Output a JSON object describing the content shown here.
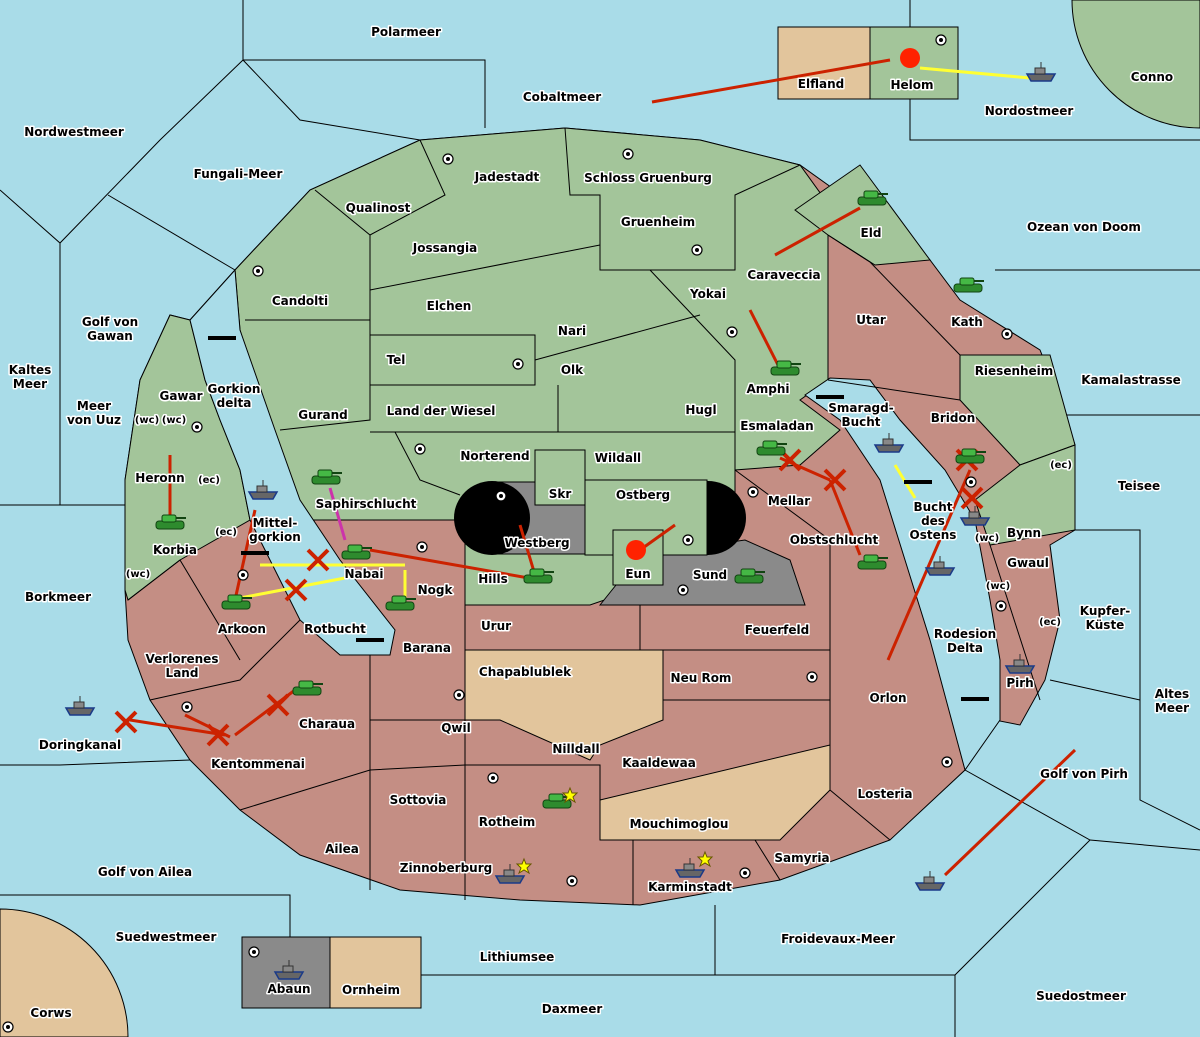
{
  "colors": {
    "sea": "#a9dce8",
    "green": "#a3c59a",
    "red": "#c48e84",
    "tan": "#e2c59c",
    "gray": "#8a8a8a",
    "order_move": "#cc2200",
    "order_support": "#ffff33",
    "order_convoy": "#cc33aa"
  },
  "labels": [
    [
      "Polarmeer"
    ],
    [
      "Cobaltmeer"
    ],
    [
      "Elfland"
    ],
    [
      "Helom"
    ],
    [
      "Nordostmeer"
    ],
    [
      "Conno"
    ],
    [
      "Nordwestmeer"
    ],
    [
      "Fungali-Meer"
    ],
    [
      "Jadestadt"
    ],
    [
      "Schloss Gruenburg"
    ],
    [
      "Qualinost"
    ],
    [
      "Gruenheim"
    ],
    [
      "Eld"
    ],
    [
      "Ozean von Doom"
    ],
    [
      "Jossangia"
    ],
    [
      "Caraveccia"
    ],
    [
      "Candolti"
    ],
    [
      "Elchen"
    ],
    [
      "Yokai"
    ],
    [
      "Utar"
    ],
    [
      "Kath"
    ],
    [
      "Golf von",
      "Gawan"
    ],
    [
      "Nari"
    ],
    [
      "Tel"
    ],
    [
      "Olk"
    ],
    [
      "Kaltes",
      "Meer"
    ],
    [
      "Riesenheim"
    ],
    [
      "Kamalastrasse"
    ],
    [
      "Amphi"
    ],
    [
      "Gawar"
    ],
    [
      "Gorkion",
      "delta"
    ],
    [
      "Meer",
      "von Uuz"
    ],
    [
      "Gurand"
    ],
    [
      "Land der Wiesel"
    ],
    [
      "Hugl"
    ],
    [
      "Smaragd-",
      "Bucht"
    ],
    [
      "Bridon"
    ],
    [
      "Esmaladan"
    ],
    [
      "Norterend"
    ],
    [
      "Wildall"
    ],
    [
      "Teisee"
    ],
    [
      "Heronn"
    ],
    [
      "Skr"
    ],
    [
      "Ostberg"
    ],
    [
      "Mellar"
    ],
    [
      "Saphirschlucht"
    ],
    [
      "Bucht",
      "des",
      "Ostens"
    ],
    [
      "Mittel-",
      "gorkion"
    ],
    [
      "Bynn"
    ],
    [
      "Korbia"
    ],
    [
      "Westberg"
    ],
    [
      "Obstschlucht"
    ],
    [
      "Eun"
    ],
    [
      "Hills"
    ],
    [
      "Sund"
    ],
    [
      "Nabai"
    ],
    [
      "Gwaul"
    ],
    [
      "Nogk"
    ],
    [
      "Borkmeer"
    ],
    [
      "Kupfer-",
      "Küste"
    ],
    [
      "Arkoon"
    ],
    [
      "Rotbucht"
    ],
    [
      "Urur"
    ],
    [
      "Feuerfeld"
    ],
    [
      "Rodesion",
      "Delta"
    ],
    [
      "Barana"
    ],
    [
      "Verlorenes",
      "Land"
    ],
    [
      "Chapablublek"
    ],
    [
      "Neu Rom"
    ],
    [
      "Pirh"
    ],
    [
      "Altes",
      "Meer"
    ],
    [
      "Orlon"
    ],
    [
      "Qwil"
    ],
    [
      "Charaua"
    ],
    [
      "Doringkanal"
    ],
    [
      "Nilldall"
    ],
    [
      "Kaaldewaa"
    ],
    [
      "Kentommenai"
    ],
    [
      "Golf von Pirh"
    ],
    [
      "Losteria"
    ],
    [
      "Sottovia"
    ],
    [
      "Rotheim"
    ],
    [
      "Mouchimoglou"
    ],
    [
      "Ailea"
    ],
    [
      "Samyria"
    ],
    [
      "Zinnoberburg"
    ],
    [
      "Golf von Ailea"
    ],
    [
      "Karminstadt"
    ],
    [
      "Suedwestmeer"
    ],
    [
      "Froidevaux-Meer"
    ],
    [
      "Lithiumsee"
    ],
    [
      "Abaun"
    ],
    [
      "Ornheim"
    ],
    [
      "Suedostmeer"
    ],
    [
      "Daxmeer"
    ],
    [
      "Corws"
    ]
  ],
  "coast_tags": [
    "(wc)",
    "(ec)",
    "(ec)",
    "(ec)",
    "(wc)",
    "(wc)",
    "(wc)",
    "(ec)",
    "(wc)"
  ],
  "units": {
    "armies": [
      "Eld",
      "Kath",
      "Amphi",
      "Esmaladan",
      "Saphirschlucht",
      "Korbia",
      "Nabai",
      "Arkoon",
      "Nogk",
      "Hills",
      "Sund",
      "Obstschlucht",
      "Bridon",
      "Charaua",
      "Rotheim"
    ],
    "fleets": [
      "Nordostmeer",
      "Mittel-gorkion",
      "Smaragd-Bucht",
      "Bynn",
      "Bucht des Ostens",
      "Pirh",
      "Doringkanal",
      "Golf von Pirh",
      "Abaun",
      "Zinnoberburg",
      "Karminstadt"
    ]
  }
}
